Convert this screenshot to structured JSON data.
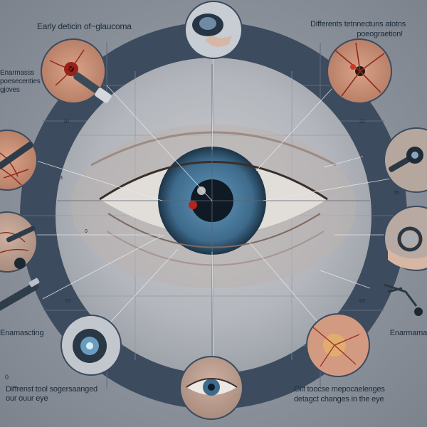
{
  "title": "Early deticin of~glaucoma",
  "labels": {
    "top_right_line1": "Differents tetnnectuns atotns",
    "top_right_line2": "poeograetion!",
    "left_line1": "Enarmasss",
    "left_line2": "poesecenties",
    "left_line3": "gjoves",
    "left_mid": "Enamascting",
    "right_mid": "Enarmama",
    "bottom_left_line1": "Diffrenst tool sogersaanged",
    "bottom_left_line2": "our ouur eye",
    "bottom_right_line1": "Gilf toocse mepocaelenges",
    "bottom_right_line2": "detagct changes in the eye"
  },
  "bullet_marker": "0",
  "tick_labels": [
    "10",
    "22",
    "3",
    "25",
    "0",
    "57",
    "63"
  ],
  "colors": {
    "background": "#8c929c",
    "ring": "#3c4b5e",
    "inner_disc": "#b7bac0",
    "iris": "#3e6b8c",
    "pupil": "#0f1a25",
    "red_dot": "#b8241c",
    "text": "#1c2a3a"
  },
  "icons": [
    "tonometer-eye-icon",
    "lens-in-hand-icon",
    "retina-red-spot-icon",
    "retina-vessels-right-icon",
    "tonometer-probe-icon",
    "contact-lens-hand-icon",
    "retina-vessels-left-icon",
    "optic-nerve-probe-icon",
    "pen-probe-icon",
    "forceps-icon",
    "lens-device-icon",
    "eye-closeup-icon",
    "retina-scan-icon"
  ]
}
